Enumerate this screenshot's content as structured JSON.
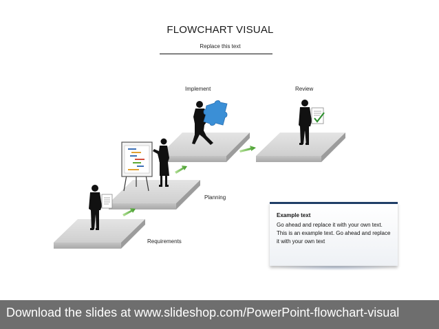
{
  "title": "FLOWCHART VISUAL",
  "subtitle": "Replace this text",
  "steps": [
    {
      "label": "Requirements"
    },
    {
      "label": "Planning"
    },
    {
      "label": "Implement"
    },
    {
      "label": "Review"
    }
  ],
  "info_box": {
    "title": "Example text",
    "body": "Go ahead and replace it with your own text. This is an example text. Go ahead and replace it with your own text"
  },
  "footer": {
    "text": "Download the slides at www.slideshop.com/PowerPoint-flowchart-visual"
  },
  "colors": {
    "platform_top": "#d9d9d9",
    "platform_side": "#bdbdbd",
    "arrow": "#5aa832",
    "puzzle": "#3b8fd6",
    "footer_bg": "#6e6e6e",
    "box_border": "#1f3d66"
  },
  "icons": [
    "businessman-icon",
    "document-icon",
    "presentation-board-icon",
    "puzzle-piece-icon",
    "checkmark-icon",
    "step-arrow-icon"
  ]
}
